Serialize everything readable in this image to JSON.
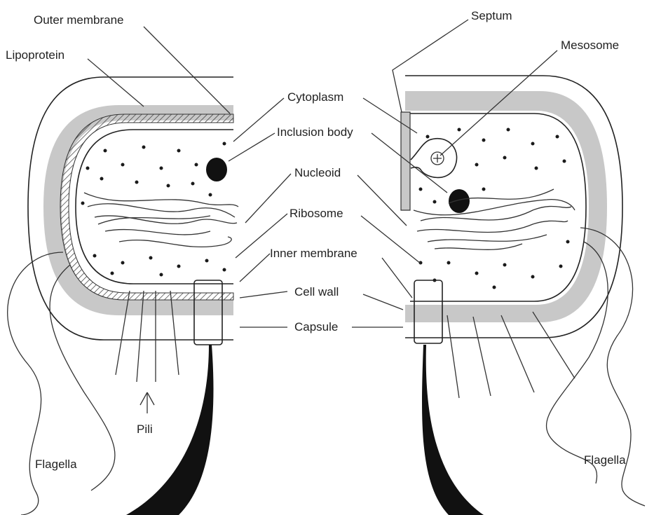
{
  "labels": {
    "outer_membrane": "Outer membrane",
    "lipoprotein": "Lipoprotein",
    "septum": "Septum",
    "mesosome": "Mesosome",
    "cytoplasm": "Cytoplasm",
    "inclusion_body": "Inclusion body",
    "nucleoid": "Nucleoid",
    "ribosome": "Ribosome",
    "inner_membrane": "Inner membrane",
    "cell_wall": "Cell wall",
    "capsule": "Capsule",
    "pili": "Pili",
    "flagella_left": "Flagella",
    "flagella_right": "Flagella"
  },
  "colors": {
    "ink": "#222222",
    "shading": "#c8c8c8",
    "background": "#ffffff"
  }
}
